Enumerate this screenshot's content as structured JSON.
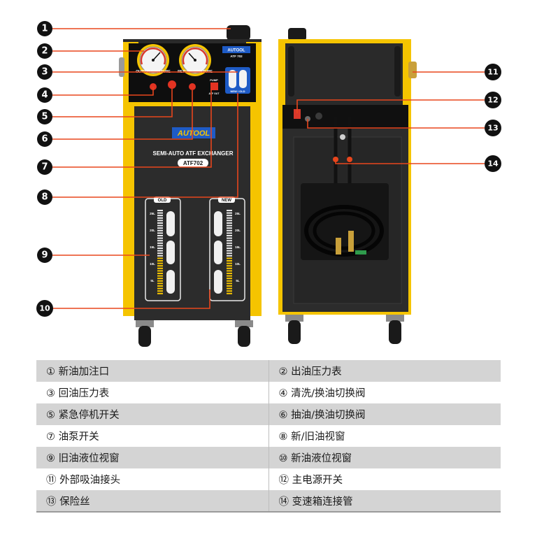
{
  "machine": {
    "brand": "AUTOOL",
    "brand_small": "AUTOOL",
    "model_small": "ATF 702",
    "product_name": "SEMI-AUTO ATF EXCHANGER",
    "model": "ATF702",
    "gauge_left_label": "OUTPUT PRESSURE",
    "gauge_right_label": "RETURN PRESSURE",
    "tank_old_label": "OLD",
    "tank_new_label": "NEW",
    "scale_marks": [
      "25L",
      "20L",
      "15L",
      "10L",
      "5L"
    ],
    "view_window_label": "NEW / OLD",
    "pump_label": "PUMP",
    "switch_label": "ATF OUT"
  },
  "callouts": [
    "1",
    "2",
    "3",
    "4",
    "5",
    "6",
    "7",
    "8",
    "9",
    "10",
    "11",
    "12",
    "13",
    "14"
  ],
  "legend": [
    [
      "① 新油加注口",
      "② 出油压力表"
    ],
    [
      "③ 回油压力表",
      "④ 清洗/换油切换阀"
    ],
    [
      "⑤ 紧急停机开关",
      "⑥ 抽油/换油切换阀"
    ],
    [
      "⑦ 油泵开关",
      "⑧ 新/旧油视窗"
    ],
    [
      "⑨ 旧油液位视窗",
      "⑩ 新油液位视窗"
    ],
    [
      "⑪ 外部吸油接头",
      "⑫ 主电源开关"
    ],
    [
      "⑬ 保险丝",
      "⑭ 变速箱连接管"
    ]
  ],
  "colors": {
    "accent": "#f5c400",
    "callout_line": "#e8461d",
    "body": "#2b2b2b",
    "panel": "#111111",
    "legend_stripe": "#d4d4d4"
  }
}
